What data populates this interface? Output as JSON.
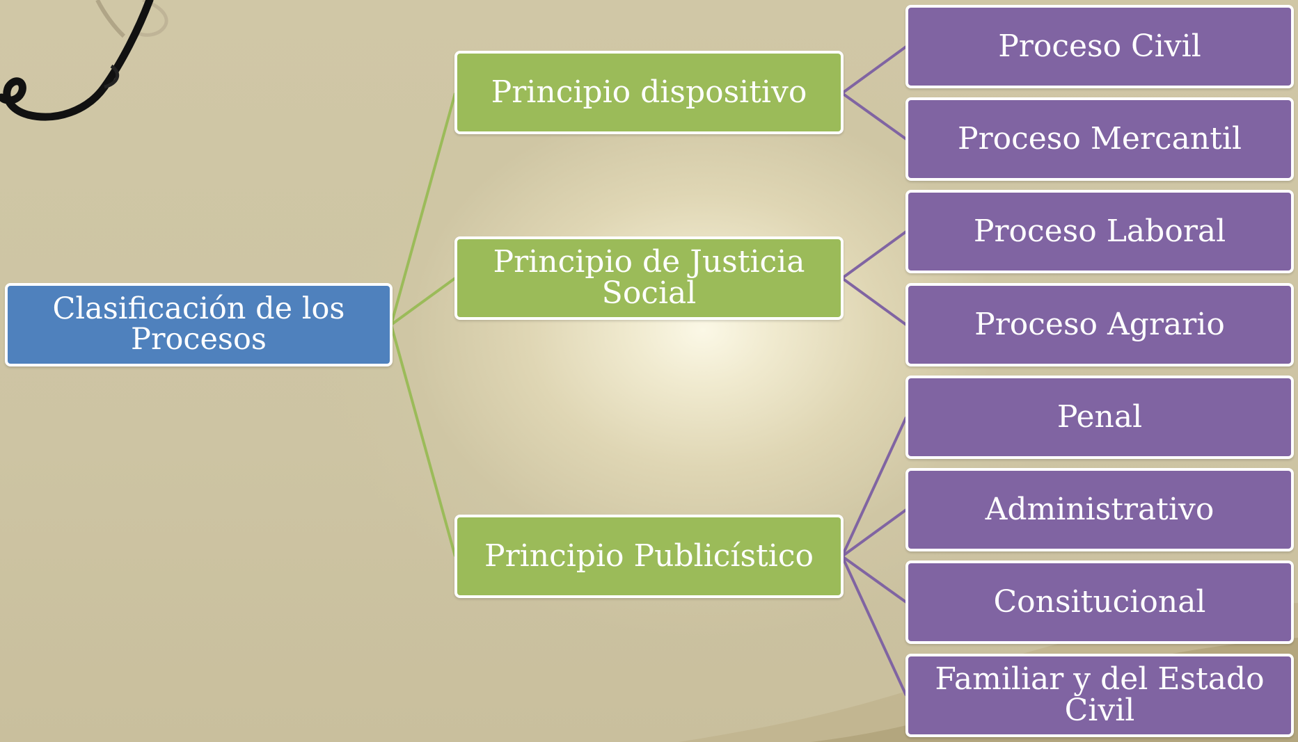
{
  "diagram": {
    "root": {
      "label": "Clasificación de los Procesos"
    },
    "principles": [
      {
        "label": "Principio dispositivo",
        "processes": [
          "Proceso Civil",
          "Proceso Mercantil"
        ]
      },
      {
        "label": "Principio de Justicia Social",
        "processes": [
          "Proceso Laboral",
          "Proceso Agrario"
        ]
      },
      {
        "label": "Principio Publicístico",
        "processes": [
          "Penal",
          "Administrativo",
          "Consitucional",
          "Familiar y del Estado Civil"
        ]
      }
    ]
  },
  "colors": {
    "root_fill": "#4f81bd",
    "principle_fill": "#9bbb59",
    "process_fill": "#8064a2",
    "box_border": "#ffffff",
    "background": "#cfc6a4"
  }
}
